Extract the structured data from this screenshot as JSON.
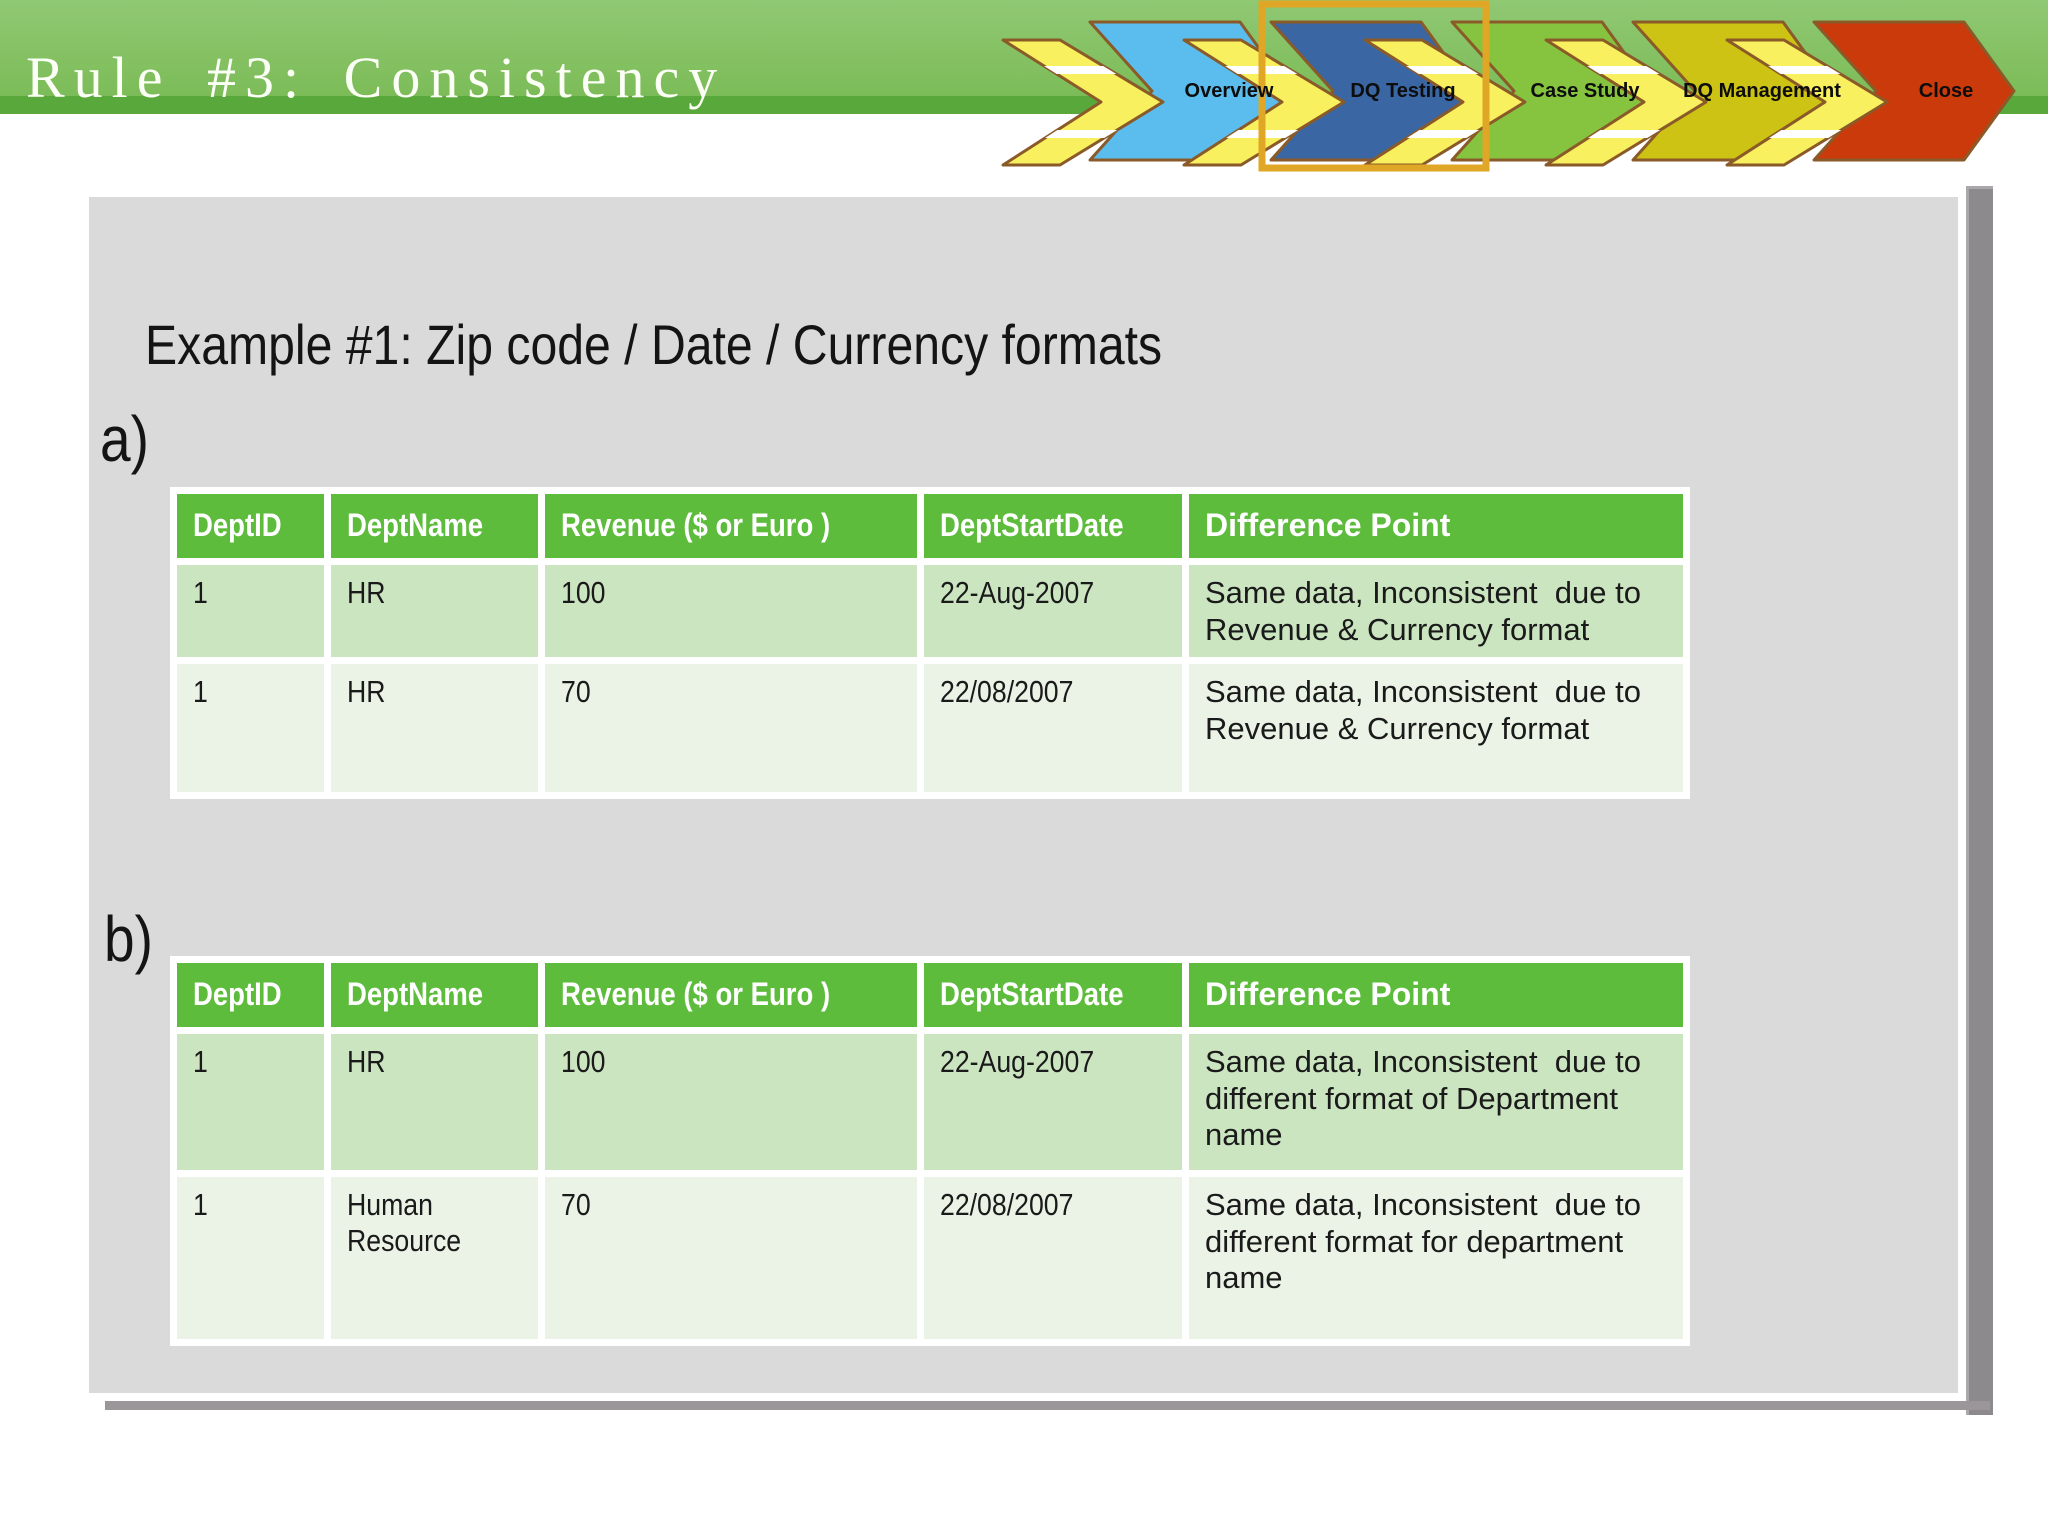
{
  "slide": {
    "title": "Rule #3: Consistency",
    "nav": {
      "outline_color": "#8A5A28",
      "chevron_color": "#F8F05E",
      "highlight_color": "#E0A625",
      "steps": [
        {
          "label": "Overview",
          "color": "#5BBDEE",
          "highlighted": false
        },
        {
          "label": "DQ Testing",
          "color": "#3A67A3",
          "highlighted": true
        },
        {
          "label": "Case Study",
          "color": "#86C43F",
          "highlighted": false
        },
        {
          "label": "DQ Management",
          "color": "#CCC314",
          "highlighted": false
        },
        {
          "label": "Close",
          "color": "#CB3A0B",
          "highlighted": false
        }
      ]
    },
    "content": {
      "heading": "Example #1: Zip code / Date / Currency formats",
      "table_colors": {
        "header_bg": "#5EBC3D",
        "row_odd_bg": "#CBE5C1",
        "row_even_bg": "#EAF3E6",
        "panel_bg": "#DBDADB"
      },
      "headers": [
        "DeptID",
        "DeptName",
        "Revenue ($ or Euro )",
        "DeptStartDate",
        "Difference Point"
      ],
      "sections": [
        {
          "label": "a)",
          "rows": [
            {
              "cells": [
                "1",
                "HR",
                "100",
                "22-Aug-2007",
                "Same data, Inconsistent  due to Revenue & Currency format"
              ]
            },
            {
              "cells": [
                "1",
                "HR",
                "70",
                "22/08/2007",
                "Same data, Inconsistent  due to Revenue & Currency format"
              ]
            }
          ]
        },
        {
          "label": "b)",
          "rows": [
            {
              "cells": [
                "1",
                "HR",
                "100",
                "22-Aug-2007",
                "Same data, Inconsistent  due to different format of Department name"
              ]
            },
            {
              "cells": [
                "1",
                "Human Resource",
                "70",
                "22/08/2007",
                "Same data, Inconsistent  due to different format for department name"
              ]
            }
          ]
        }
      ]
    }
  }
}
